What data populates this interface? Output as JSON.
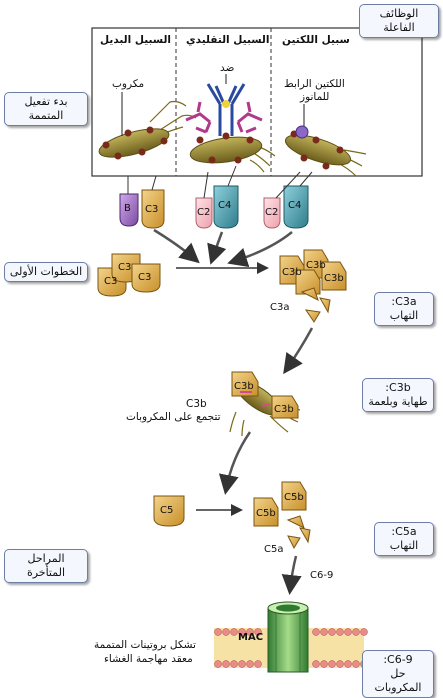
{
  "effector_functions": "الوظائف الفاعلة",
  "pathways": {
    "lectin": "سبيل اللكتين",
    "classical": "السبيل التقليدي",
    "alternative": "السبيل البديل"
  },
  "labels": {
    "microbe": "مكروب",
    "antibody": "ضد",
    "mbl_line1": "اللكتين الرابط",
    "mbl_line2": "للمانوز",
    "c3b_line1": "C3b",
    "c3b_line2": "تتجمع على المكروبات",
    "mac_line1": "تشكل بروتينات المتممة",
    "mac_line2": "معقد مهاجمة الغشاء"
  },
  "stages": {
    "initiation": "بدء تفعيل المتممة",
    "early": "الخطوات الأولى",
    "late": "المراحل المتأخرة"
  },
  "functions": {
    "c3a_title": "C3a:",
    "c3a_desc": "التهاب",
    "c3b_title": "C3b:",
    "c3b_desc": "طهاية وبلعمة",
    "c5a_title": "C5a:",
    "c5a_desc": "التهاب",
    "c69_title": "C6-9:",
    "c69_desc": "حل المكروبات"
  },
  "proteins": {
    "b": "B",
    "c3": "C3",
    "c2": "C2",
    "c4": "C4",
    "c3a": "C3a",
    "c3b": "C3b",
    "c5": "C5",
    "c5b": "C5b",
    "c5a": "C5a",
    "c69": "C6-9",
    "mac": "MAC"
  },
  "colors": {
    "c3_fill": "#d9a441",
    "c4_fill": "#4a9bab",
    "c2_fill": "#f6c8cf",
    "b_fill": "#9b6bbf",
    "microbe_fill": "#8b7a2a",
    "box_border": "#6d7ea6",
    "mac_green": "#4e9a4e"
  }
}
